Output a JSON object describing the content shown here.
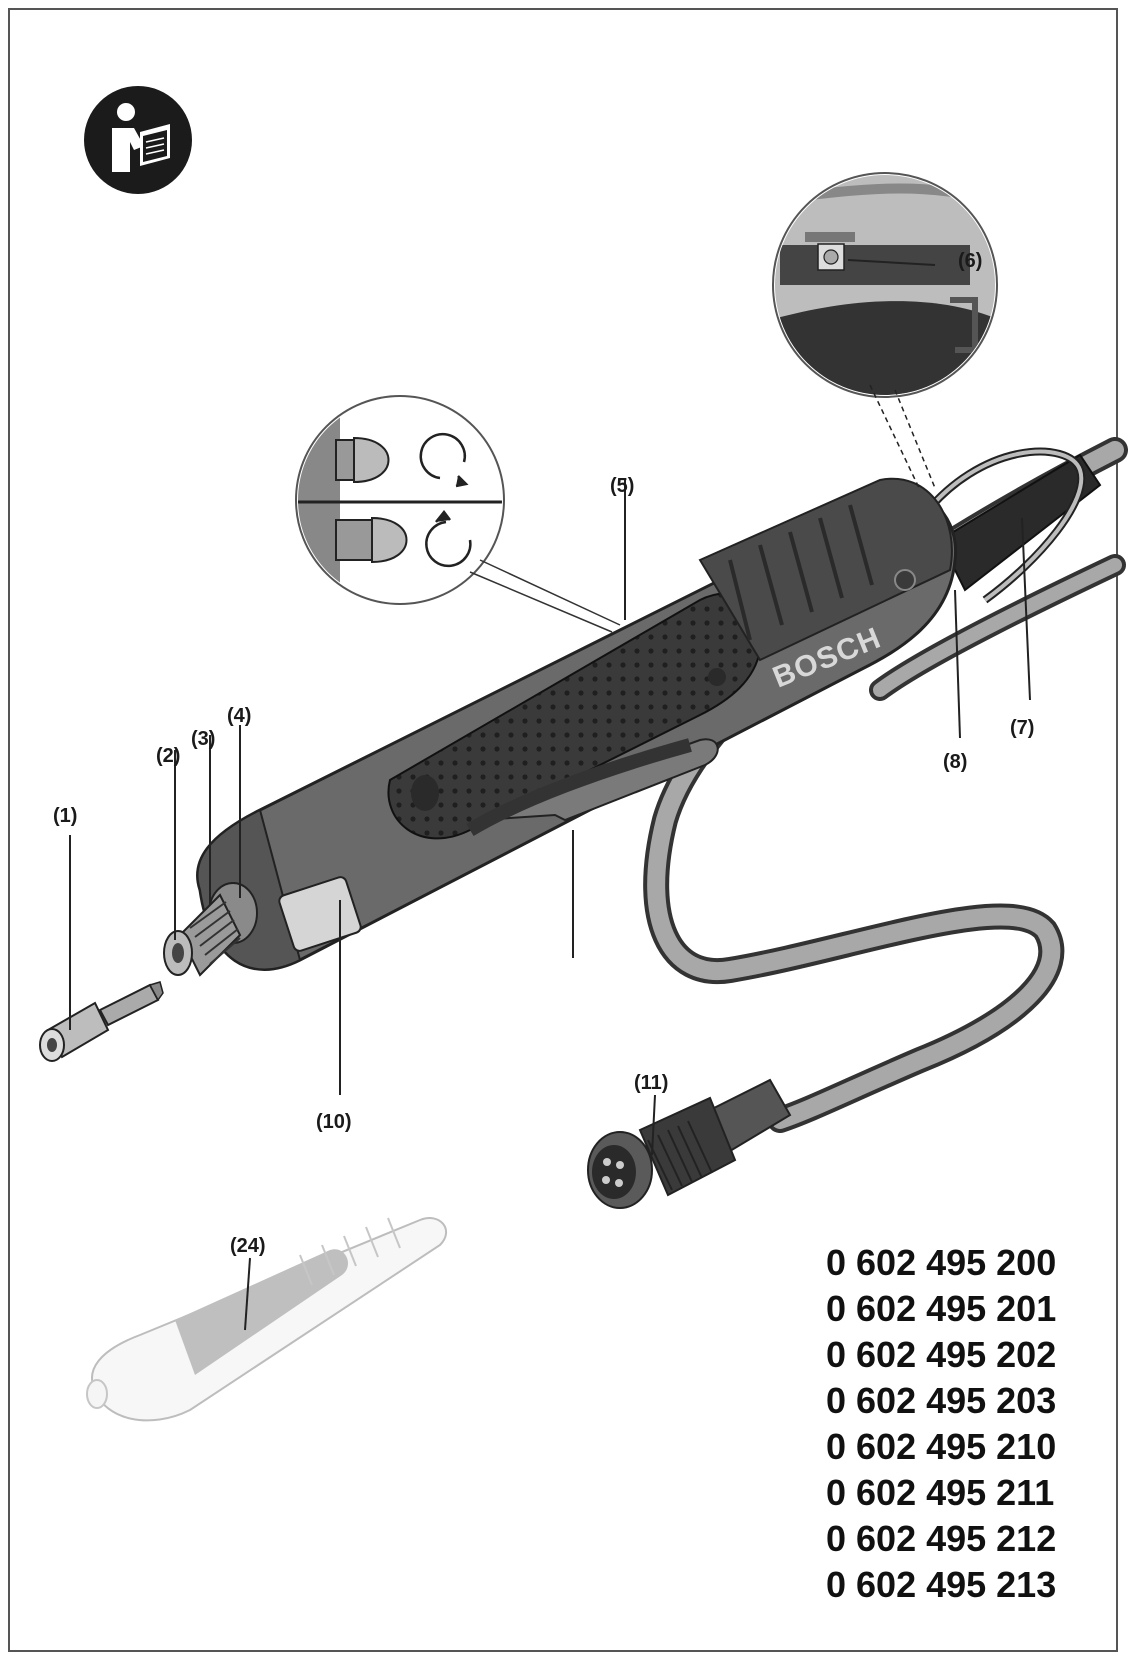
{
  "callouts": {
    "c1": "(1)",
    "c2": "(2)",
    "c3": "(3)",
    "c4": "(4)",
    "c5": "(5)",
    "c6": "(6)",
    "c7": "(7)",
    "c8": "(8)",
    "c10": "(10)",
    "c11": "(11)",
    "c24": "(24)"
  },
  "brand": "BOSCH",
  "part_numbers": [
    "0 602 495 200",
    "0 602 495 201",
    "0 602 495 202",
    "0 602 495 203",
    "0 602 495 210",
    "0 602 495 211",
    "0 602 495 212",
    "0 602 495 213"
  ],
  "icons": {
    "manual": "read-manual-icon",
    "rotation_cw": "rotate-clockwise-icon",
    "rotation_ccw": "rotate-counterclockwise-icon"
  },
  "colors": {
    "body_dark": "#3c3c3c",
    "body_mid": "#6a6a6a",
    "body_light": "#9a9a9a",
    "line": "#222222",
    "faded": "#cfcfcf"
  }
}
